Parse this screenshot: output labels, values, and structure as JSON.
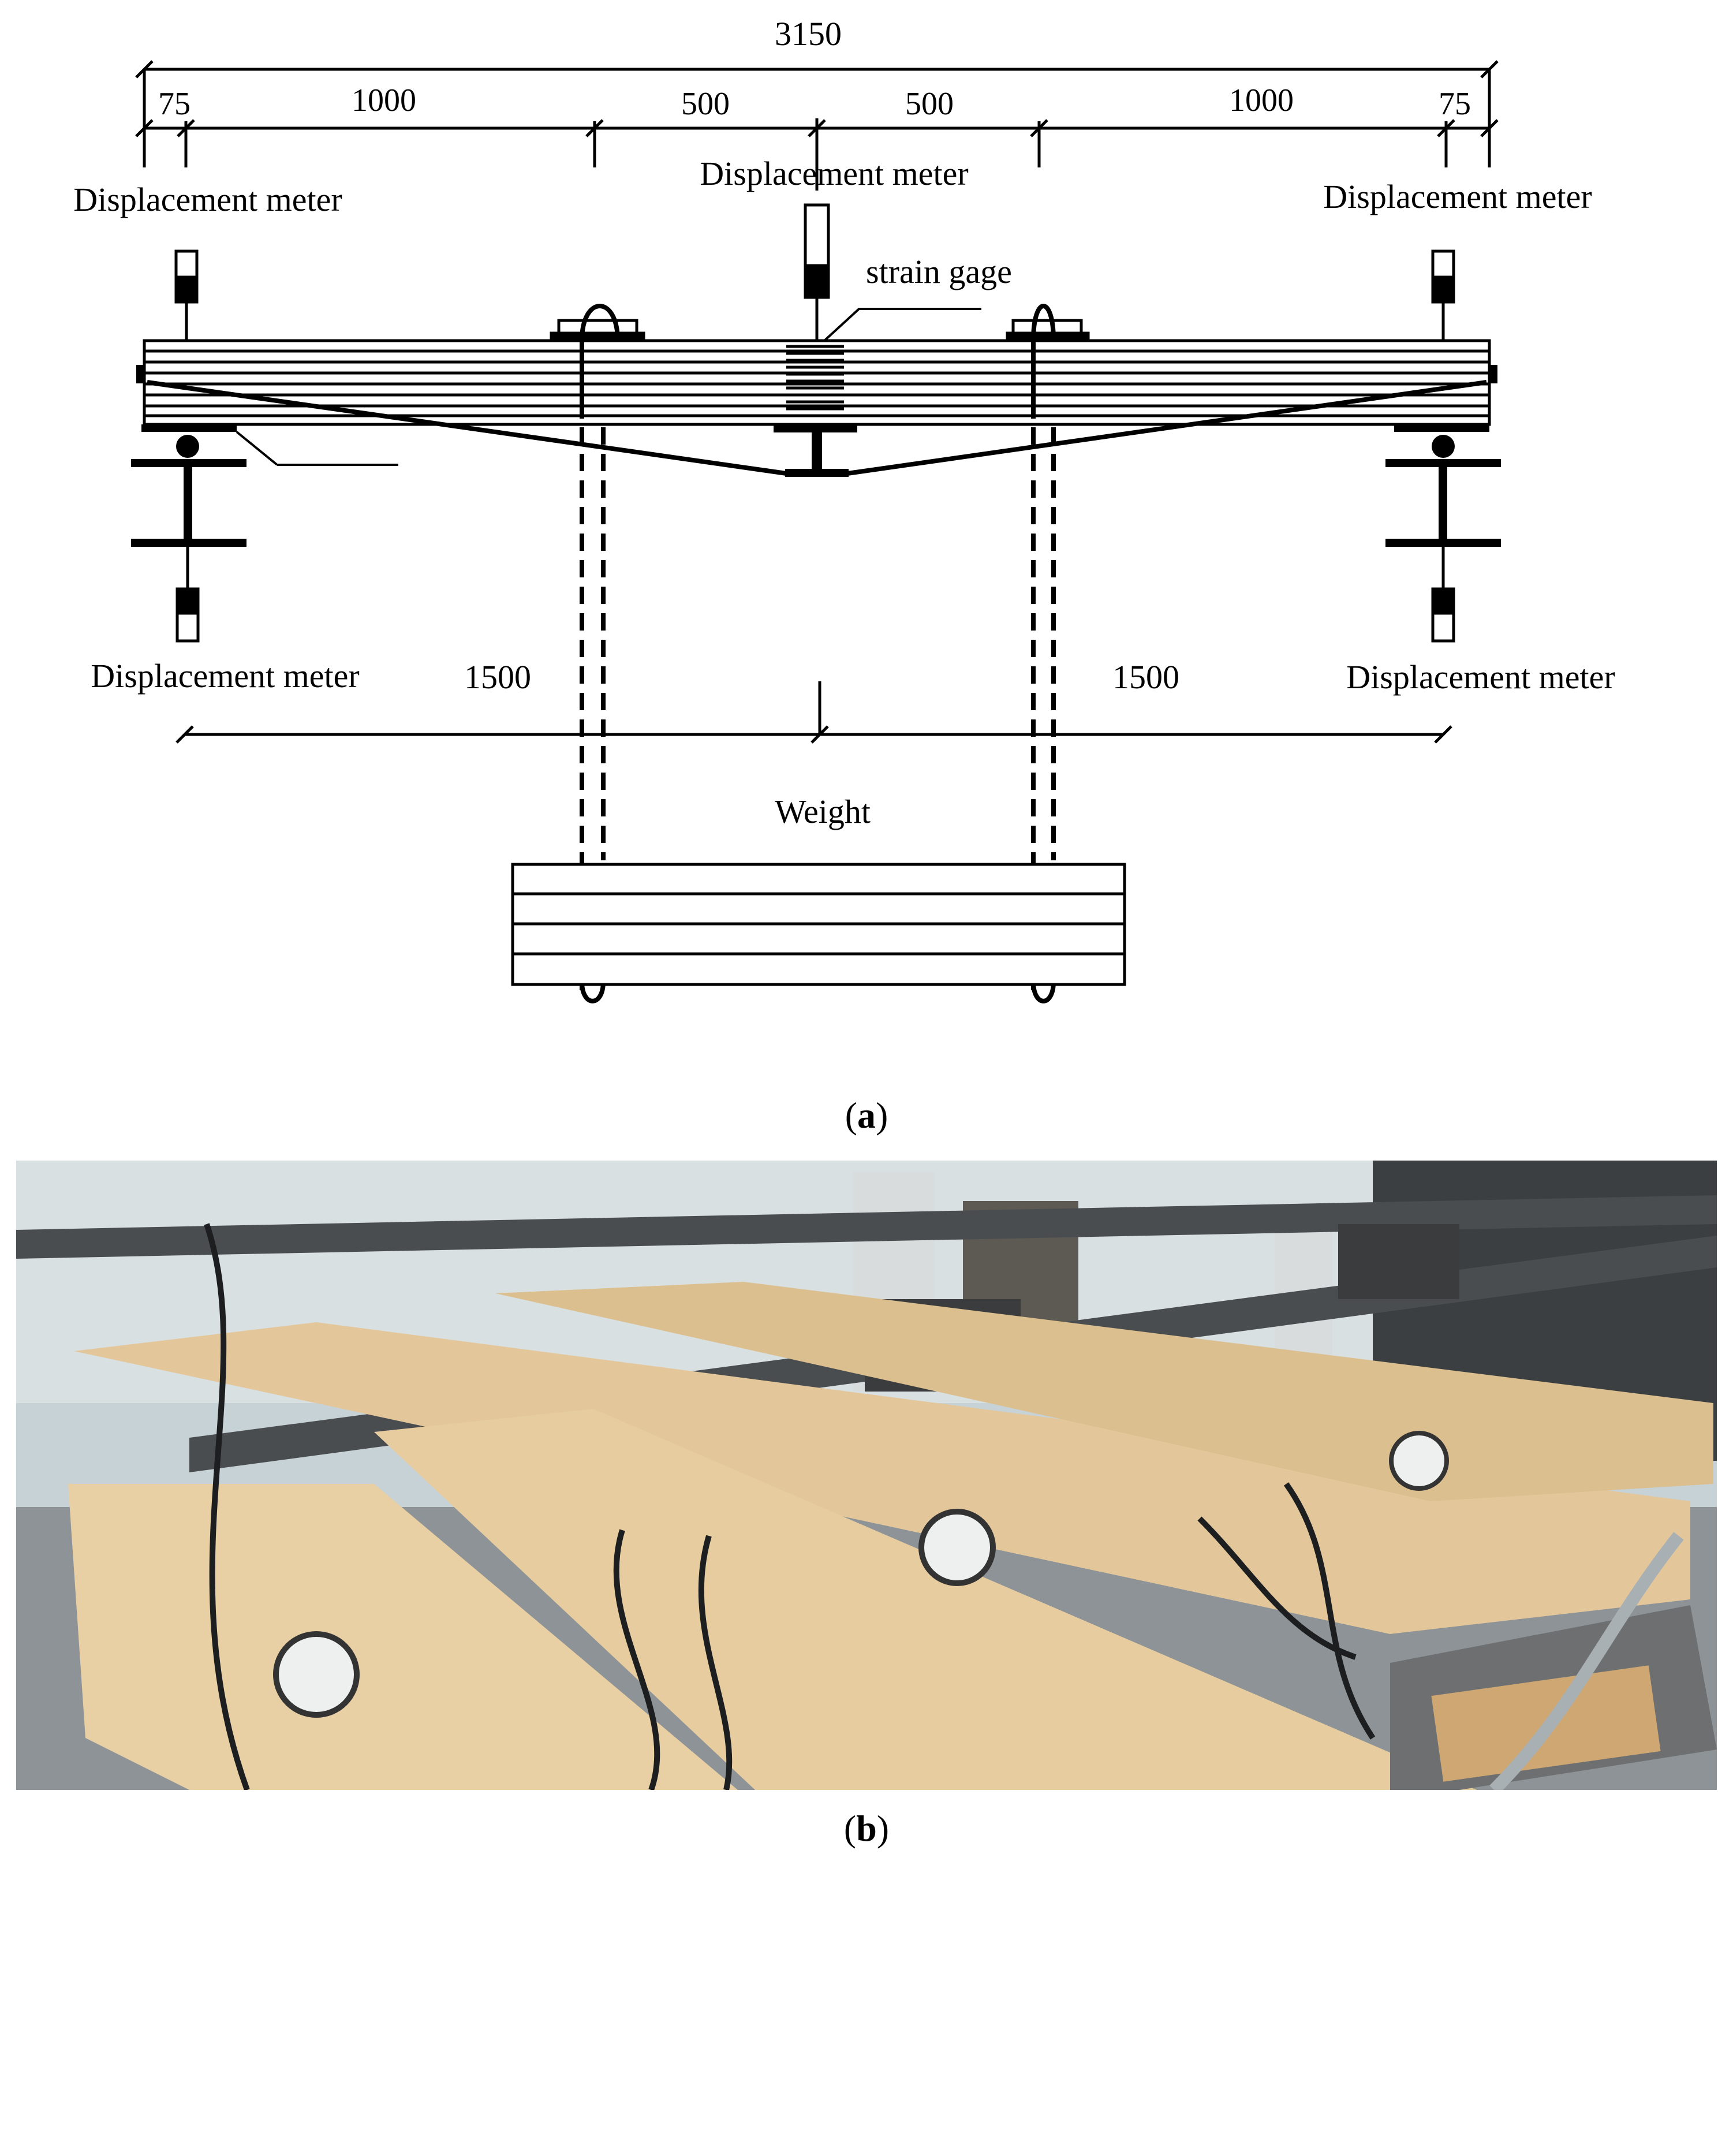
{
  "diagram": {
    "dimensions": {
      "top_total": "3150",
      "top_segments": [
        "75",
        "1000",
        "500",
        "500",
        "1000",
        "75"
      ],
      "bottom_left": "1500",
      "bottom_right": "1500"
    },
    "labels": {
      "disp_top_left": "Displacement meter",
      "disp_top_center": "Displacement meter",
      "disp_top_right": "Displacement meter",
      "disp_bottom_left": "Displacement meter",
      "disp_bottom_right": "Displacement meter",
      "strain_gage": "strain gage",
      "weight": "Weight"
    }
  },
  "captions": {
    "a": "a",
    "b": "b"
  },
  "colors": {
    "line": "#000000",
    "wood": "#e3c79a",
    "steel": "#4a4d50",
    "wall": "#cfd8dc"
  }
}
